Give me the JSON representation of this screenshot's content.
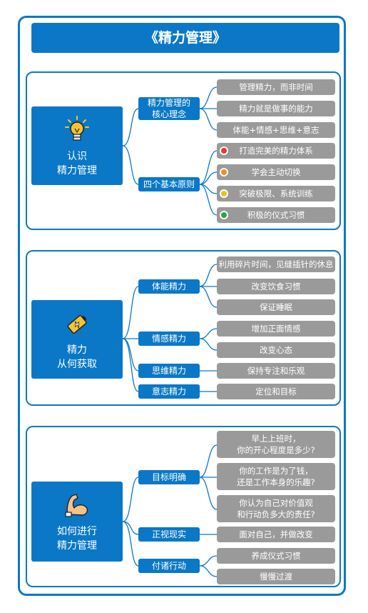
{
  "title": "《精力管理》",
  "colors": {
    "primary": "#0a78c6",
    "leaf": "#9a9a9a"
  },
  "sections": [
    {
      "label": "认识\n精力管理",
      "icon": "lightbulb-icon",
      "branches": [
        {
          "label": "精力管理的\n核心理念",
          "leaves": [
            "管理精力，而非时间",
            "精力就是做事的能力",
            "体能+情感+思维+意志"
          ]
        },
        {
          "label": "四个基本原则",
          "leaves": [
            "打造完美的精力体系",
            "学会主动切换",
            "突破极限、系统训练",
            "积极的仪式习惯"
          ]
        }
      ]
    },
    {
      "label": "精力\n从何获取",
      "icon": "battery-icon",
      "branches": [
        {
          "label": "体能精力",
          "leaves": [
            "利用碎片时间，见缝插针的休息",
            "改变饮食习惯",
            "保证睡眠"
          ]
        },
        {
          "label": "情感精力",
          "leaves": [
            "增加正面情感",
            "改变心态"
          ]
        },
        {
          "label": "思维精力",
          "leaves": [
            "保持专注和乐观"
          ]
        },
        {
          "label": "意志精力",
          "leaves": [
            "定位和目标"
          ]
        }
      ]
    },
    {
      "label": "如何进行\n精力管理",
      "icon": "flexed-bicep-icon",
      "branches": [
        {
          "label": "目标明确",
          "leaves": [
            "早上上班时，\n你的开心程度是多少?",
            "你的工作是为了钱，\n还是工作本身的乐趣?",
            "你认为自己对价值观\n和行动负多大的责任?"
          ]
        },
        {
          "label": "正视现实",
          "leaves": [
            "面对自己，并做改变"
          ]
        },
        {
          "label": "付诸行动",
          "leaves": [
            "养成仪式习惯",
            "慢慢过渡"
          ]
        }
      ]
    }
  ]
}
